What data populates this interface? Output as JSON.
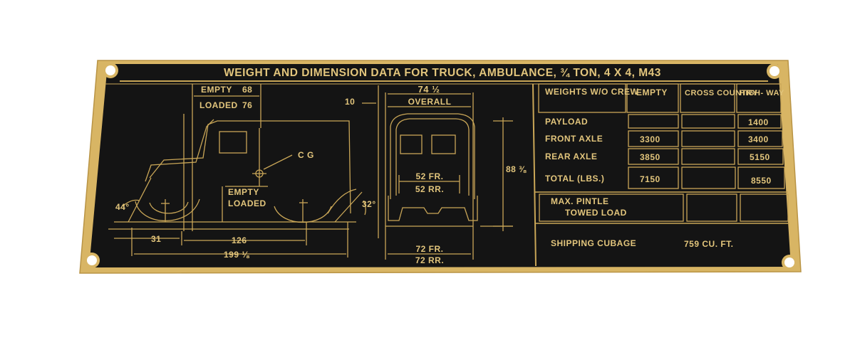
{
  "plate": {
    "title": "WEIGHT AND DIMENSION DATA FOR TRUCK, AMBULANCE, ¾ TON, 4 X 4, M43"
  },
  "side_view": {
    "empty_label": "EMPTY",
    "empty_value": "68",
    "loaded_label": "LOADED",
    "loaded_value": "76",
    "cg_label": "C G",
    "clearance_empty": "EMPTY",
    "clearance_loaded": "LOADED",
    "approach_angle": "44°",
    "departure_angle": "32°",
    "front_overhang": "31",
    "wheelbase": "126",
    "overall_length": "199 ⅛"
  },
  "front_view": {
    "left_offset": "10",
    "width_value": "74 ½",
    "width_label": "OVERALL",
    "height_value": "88 ⅜",
    "tread_top_fr": "52 FR.",
    "tread_top_rr": "52 RR.",
    "tread_bottom_fr": "72 FR.",
    "tread_bottom_rr": "72 RR."
  },
  "weights_table": {
    "headers": [
      "WEIGHTS W/O CREW",
      "EMPTY",
      "CROSS COUNTRY",
      "HIGH- WAY"
    ],
    "rows": [
      {
        "label": "PAYLOAD",
        "empty": "",
        "cross_country": "",
        "highway": "1400"
      },
      {
        "label": "FRONT AXLE",
        "empty": "3300",
        "cross_country": "",
        "highway": "3400"
      },
      {
        "label": "REAR AXLE",
        "empty": "3850",
        "cross_country": "",
        "highway": "5150"
      },
      {
        "label": "TOTAL (LBS.)",
        "empty": "7150",
        "cross_country": "",
        "highway": "8550"
      }
    ],
    "pintle_label_1": "MAX. PINTLE",
    "pintle_label_2": "TOWED LOAD",
    "shipping_label": "SHIPPING CUBAGE",
    "shipping_value": "759 CU. FT."
  },
  "colors": {
    "brass": "#d8b564",
    "plate_black": "#141414",
    "engraving": "#e2c57c"
  }
}
